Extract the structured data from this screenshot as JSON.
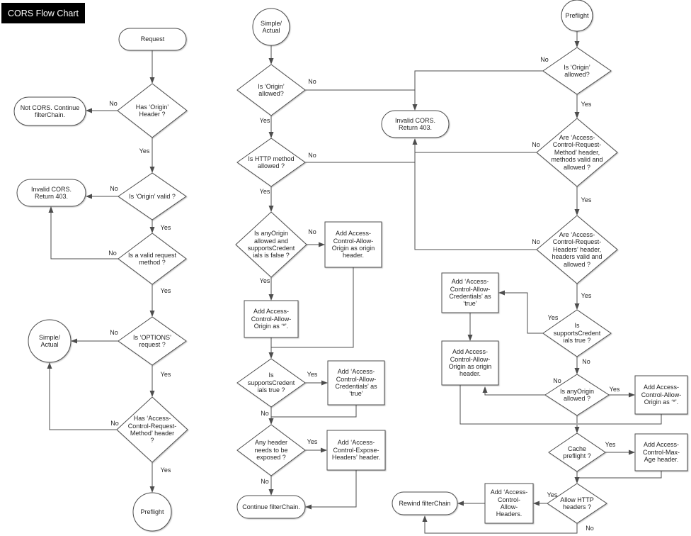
{
  "title": "CORS Flow Chart",
  "edge": {
    "yes": "Yes",
    "no": "No"
  },
  "colors": {
    "line": "#4d4d4d",
    "title_bg": "#000000",
    "title_fg": "#ffffff"
  },
  "nodes": {
    "request": "Request",
    "has_origin_header": "Has ‘Origin’\nHeader ?",
    "not_cors": "Not CORS. Continue\nfilterChain.",
    "is_origin_valid": "Is ‘Origin’ valid ?",
    "invalid_cors_left": "Invalid CORS.\nReturn 403.",
    "valid_request_method": "Is a valid request\nmethod ?",
    "is_options_request": "Is ‘OPTIONS’\nrequest ?",
    "simple_actual_left": "Simple/\nActual",
    "has_acrm_header": "Has ‘Access-\nControl-Request-\nMethod’ header\n?",
    "preflight_left": "Preflight",
    "simple_actual_mid": "Simple/\nActual",
    "is_origin_allowed_mid": "Is ‘Origin’\nallowed?",
    "invalid_cors_mid": "Invalid CORS.\nReturn 403.",
    "is_http_method_allowed": "Is HTTP method\nallowed ?",
    "is_anyorigin_and_cred_false": "Is anyOrigin\nallowed and\nsupportsCredent\nials is false ?",
    "add_acao_origin_mid": "Add Access-\nControl-Allow-\nOrigin as origin\nheader.",
    "add_acao_star_mid": "Add Access-\nControl-Allow-\nOrigin as ‘*’.",
    "is_supports_cred_mid": "Is\nsupportsCredent\nials true ?",
    "add_acac_true_mid": "Add ‘Access-\nControl-Allow-\nCredentials’ as\n‘true’",
    "any_header_exposed": "Any header\nneeds to be\nexposed ?",
    "add_ac_expose_headers": "Add ‘Access-\nControl-Expose-\nHeaders’ header.",
    "continue_filterchain": "Continue filterChain.",
    "preflight_right": "Preflight",
    "is_origin_allowed_right": "Is ‘Origin’\nallowed?",
    "acrm_valid_allowed": "Are ‘Access-\nControl-Request-\nMethod’ header,\nmethods valid and\nallowed ?",
    "acrh_valid_allowed": "Are ‘Access-\nControl-Request-\nHeaders’ header,\nheaders valid and\nallowed ?",
    "is_supports_cred_right": "Is\nsupportsCredent\nials true ?",
    "add_acac_true_right": "Add ‘Access-\nControl-Allow-\nCredentials’ as\n‘true’",
    "add_acao_origin_right": "Add Access-\nControl-Allow-\nOrigin as origin\nheader.",
    "is_anyorigin_allowed": "Is anyOrigin\nallowed ?",
    "add_acao_star_right": "Add Access-\nControl-Allow-\nOrigin as ‘*’.",
    "cache_preflight": "Cache\npreflight ?",
    "add_ac_max_age": "Add Access-\nControl-Max-\nAge header.",
    "allow_http_headers": "Allow HTTP\nheaders ?",
    "add_ac_allow_headers": "Add ‘Access-\nControl-\nAllow-\nHeaders.",
    "rewind_filterchain": "Rewind filterChain"
  }
}
